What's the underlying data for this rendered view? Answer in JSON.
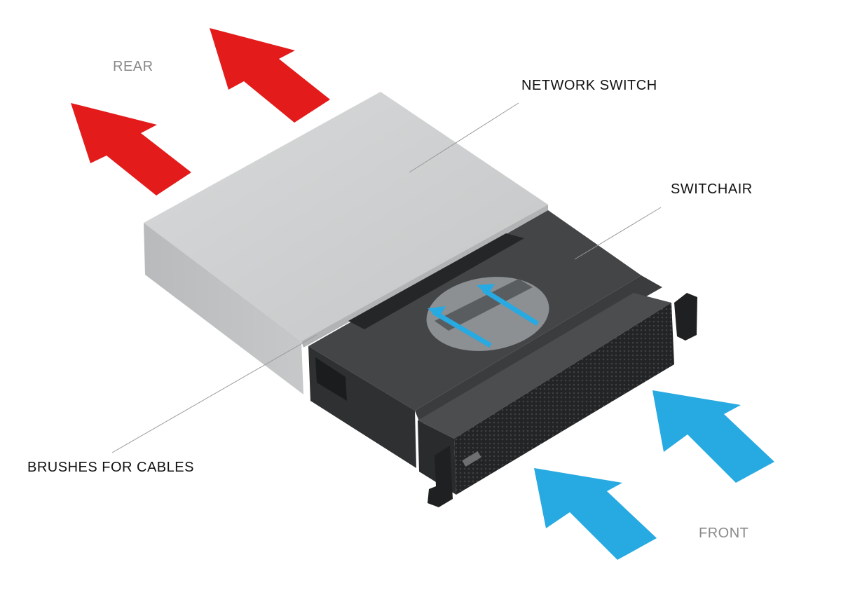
{
  "labels": {
    "rear": "REAR",
    "network_switch": "NETWORK SWITCH",
    "switchair": "SWITCHAIR",
    "brushes": "BRUSHES FOR CABLES",
    "front": "FRONT"
  },
  "colors": {
    "exhaust_arrow": "#e31b1b",
    "intake_arrow": "#27a9e1",
    "switch_body": "#c9cbcc",
    "switchair_body": "#3a3c3e",
    "leader_line": "#9a9a9a"
  },
  "icons": [
    "exhaust-arrow-icon",
    "intake-arrow-icon",
    "airflow-arrow-icon"
  ]
}
